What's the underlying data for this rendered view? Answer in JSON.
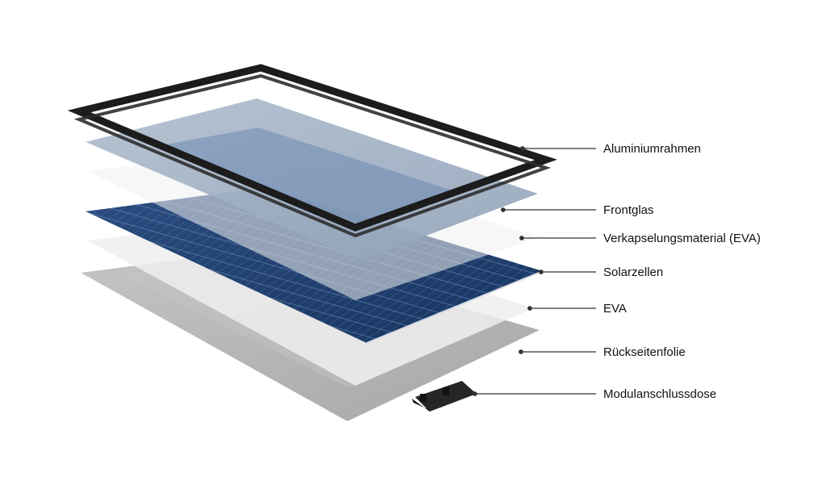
{
  "diagram": {
    "layers": [
      {
        "id": "aluminium-frame",
        "label": "Aluminiumrahmen"
      },
      {
        "id": "front-glass",
        "label": "Frontglas"
      },
      {
        "id": "eva-top",
        "label": "Verkapselungsmaterial  (EVA)"
      },
      {
        "id": "solar-cells",
        "label": "Solarzellen"
      },
      {
        "id": "eva-bottom",
        "label": "EVA"
      },
      {
        "id": "backsheet",
        "label": "Rückseitenfolie"
      },
      {
        "id": "junction-box",
        "label": "Modulanschlussdose"
      }
    ],
    "colors": {
      "frame": "#1c1c1c",
      "glass": "#9fb0c3",
      "cells": "#1f3f6e",
      "eva": "#f2f2f2",
      "backsheet": "#b9b9b9",
      "leader_line": "#333333"
    }
  }
}
